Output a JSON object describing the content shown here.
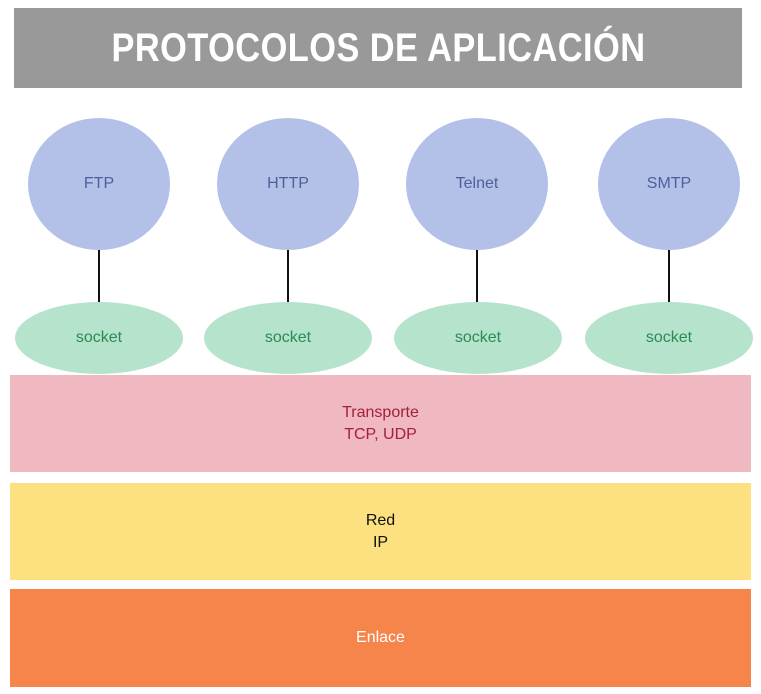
{
  "title": "PROTOCOLOS DE APLICACIÓN",
  "colors": {
    "title_bg": "#9a9999",
    "protocol_fill": "#b3c0e8",
    "socket_fill": "#b5e3cb",
    "transport_bg": "#f0b8c0",
    "transport_text": "#a3213a",
    "network_bg": "#fde07f",
    "network_text": "#111111",
    "link_bg": "#f5854a",
    "link_text": "#ffffff"
  },
  "protocols": [
    "FTP",
    "HTTP",
    "Telnet",
    "SMTP"
  ],
  "socket_label": "socket",
  "layers": {
    "transport": {
      "name": "Transporte",
      "protocols": "TCP, UDP"
    },
    "network": {
      "name": "Red",
      "protocols": "IP"
    },
    "link": {
      "name": "Enlace"
    }
  }
}
